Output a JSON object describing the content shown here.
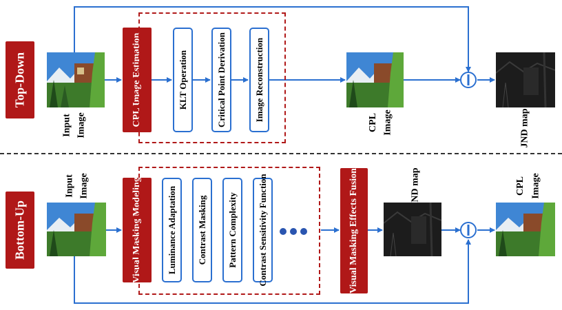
{
  "colors": {
    "accent_red": "#b01818",
    "flow_blue": "#2a6fd0",
    "separator": "#333333"
  },
  "top": {
    "branch_label": "Top-Down",
    "input_label_1": "Input",
    "input_label_2": "Image",
    "estimation_label": "CPL Image Estimation",
    "steps": [
      "KLT Operation",
      "Critical Point Derivation",
      "Image Reconstruction"
    ],
    "cpl_label_1": "CPL",
    "cpl_label_2": "Image",
    "jnd_label": "JND map"
  },
  "bottom": {
    "branch_label": "Bottom-Up",
    "input_label_1": "Input",
    "input_label_2": "Image",
    "modeling_label": "Visual Masking Modeling",
    "steps": [
      "Luminance Adaptation",
      "Contrast Masking",
      "Pattern Complexity",
      "Contrast Sensitivity Function"
    ],
    "fusion_label": "Visual Masking Effects Fusion",
    "jnd_label": "JND map",
    "cpl_label_1": "CPL",
    "cpl_label_2": "Image"
  }
}
